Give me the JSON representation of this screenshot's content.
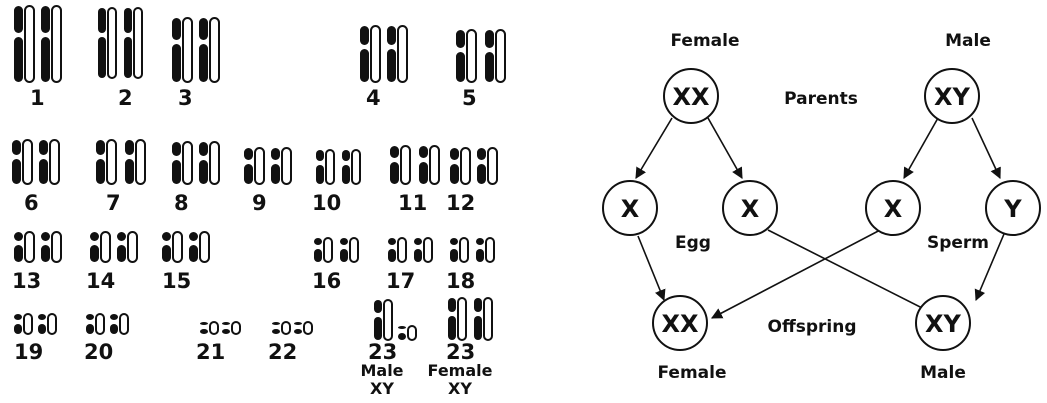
{
  "karyotype": {
    "pairs": [
      "1",
      "2",
      "3",
      "4",
      "5",
      "6",
      "7",
      "8",
      "9",
      "10",
      "11",
      "12",
      "13",
      "14",
      "15",
      "16",
      "17",
      "18",
      "19",
      "20",
      "21",
      "22"
    ],
    "sex_pairs": [
      {
        "number": "23",
        "sex": "Male",
        "genotype": "XY"
      },
      {
        "number": "23",
        "sex": "Female",
        "genotype": "XY"
      }
    ]
  },
  "inheritance": {
    "parents_label": "Parents",
    "offspring_label": "Offspring",
    "egg_label": "Egg",
    "sperm_label": "Sperm",
    "female_parent": {
      "label": "Female",
      "genotype": "XX"
    },
    "male_parent": {
      "label": "Male",
      "genotype": "XY"
    },
    "gametes": [
      "X",
      "X",
      "X",
      "Y"
    ],
    "female_offspring": {
      "label": "Female",
      "genotype": "XX"
    },
    "male_offspring": {
      "label": "Male",
      "genotype": "XY"
    }
  }
}
